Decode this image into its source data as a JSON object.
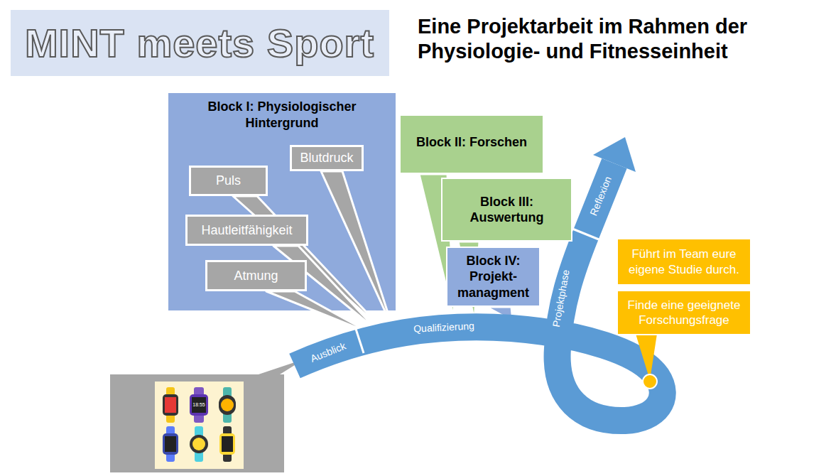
{
  "diagram": {
    "title": "MINT meets Sport",
    "nodes": [
      {
        "text": [
          "Block I: Physiologischer Hintergrund"
        ]
      },
      {
        "text": [
          "Blutdruck"
        ],
        "in": 0
      },
      {
        "text": [
          "Puls"
        ],
        "in": 0
      },
      {
        "text": [
          "Hautleitfähigkeit"
        ],
        "in": 0
      },
      {
        "text": [
          "Atmung"
        ],
        "in": 0
      },
      {
        "text": [
          "Block II: Forschen"
        ]
      },
      {
        "text": [
          "Block III: Auswertung"
        ]
      },
      {
        "text": [
          "Block IV: Projekt- managment"
        ]
      },
      {
        "text": [
          "Führt im Team eure eigene Studie durch."
        ]
      },
      {
        "text": [
          "Finde eine geeignete Forschungsfrage"
        ]
      }
    ],
    "labels": [
      "Eine Projektarbeit im Rahmen der Physiologie- und Fitnesseinheit",
      "Ausblick",
      "Qualifizierung",
      "Projektphase",
      "Reflexion",
      "18:55"
    ]
  }
}
